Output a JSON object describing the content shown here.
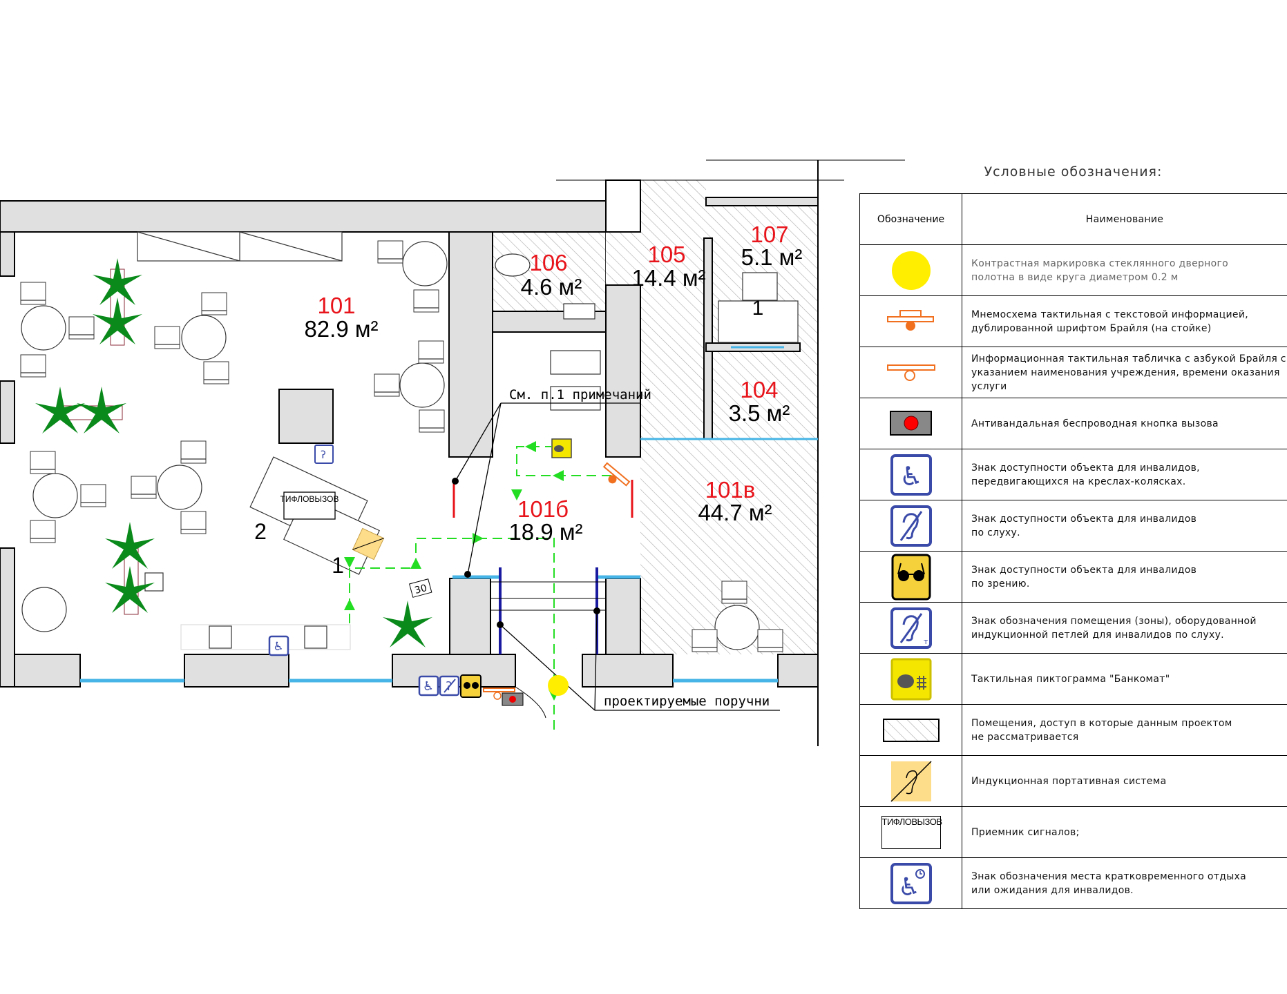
{
  "plan": {
    "rooms": [
      {
        "number": "101",
        "area": "82.9 м²"
      },
      {
        "number": "106",
        "area": "4.6 м²"
      },
      {
        "number": "105",
        "area": "14.4 м²"
      },
      {
        "number": "107",
        "area": "5.1 м²"
      },
      {
        "number": "104",
        "area": "3.5 м²"
      },
      {
        "number": "101б",
        "area": "18.9 м²"
      },
      {
        "number": "101в",
        "area": "44.7 м²"
      }
    ],
    "notes": {
      "see_note": "См. п.1 примечаний",
      "handrails": "проектируемые поручни"
    },
    "receiver_label": "ТИФЛОВЫЗОВ",
    "markers": [
      "1",
      "2",
      "1"
    ],
    "sign_30": "30",
    "colors": {
      "room_number": "#e8141b",
      "route": "#22dd22",
      "wall": "#e0e0e0",
      "plant": "#0a8a1a",
      "glass": "#46b4e6"
    }
  },
  "legend": {
    "title": "Условные обозначения:",
    "col_symbol": "Обозначение",
    "col_name": "Наименование",
    "receiver_icon_label": "ТИФЛОВЫЗОВ",
    "rows": [
      {
        "icon": "yellow-circle-icon",
        "lines": [
          "Контрастная маркировка стеклянного дверного",
          "полотна в виде круга диаметром 0.2 м"
        ]
      },
      {
        "icon": "tactile-mnemo-icon",
        "lines": [
          "Мнемосхема тактильная с текстовой информацией,",
          "дублированной шрифтом Брайля (на стойке)"
        ]
      },
      {
        "icon": "tactile-plate-icon",
        "lines": [
          "Информационная тактильная табличка с азбукой Брайля с",
          "указанием наименования учреждения, времени оказания",
          "услуги"
        ]
      },
      {
        "icon": "call-button-icon",
        "lines": [
          "Антивандальная беспроводная кнопка вызова"
        ]
      },
      {
        "icon": "wheelchair-icon",
        "lines": [
          "Знак доступности объекта для инвалидов,",
          "передвигающихся на креслах-колясках."
        ]
      },
      {
        "icon": "hearing-icon",
        "lines": [
          "Знак доступности  объекта для инвалидов",
          "по слуху."
        ]
      },
      {
        "icon": "vision-icon",
        "lines": [
          "Знак доступности объекта для инвалидов",
          "по зрению."
        ]
      },
      {
        "icon": "hearing-loop-icon",
        "lines": [
          "Знак обозначения помещения (зоны), оборудованной",
          "индукционной петлей для инвалидов по слуху."
        ]
      },
      {
        "icon": "atm-icon",
        "lines": [
          "Тактильная пиктограмма \"Банкомат\""
        ]
      },
      {
        "icon": "hatched-area-icon",
        "lines": [
          "Помещения, доступ в которые данным проектом",
          "не рассматривается"
        ]
      },
      {
        "icon": "induction-system-icon",
        "lines": [
          "Индукционная портативная система"
        ]
      },
      {
        "icon": "signal-receiver-icon",
        "lines": [
          "Приемник сигналов;"
        ]
      },
      {
        "icon": "rest-place-icon",
        "lines": [
          "Знак обозначения места кратковременного отдыха",
          "или ожидания для инвалидов."
        ]
      }
    ]
  }
}
